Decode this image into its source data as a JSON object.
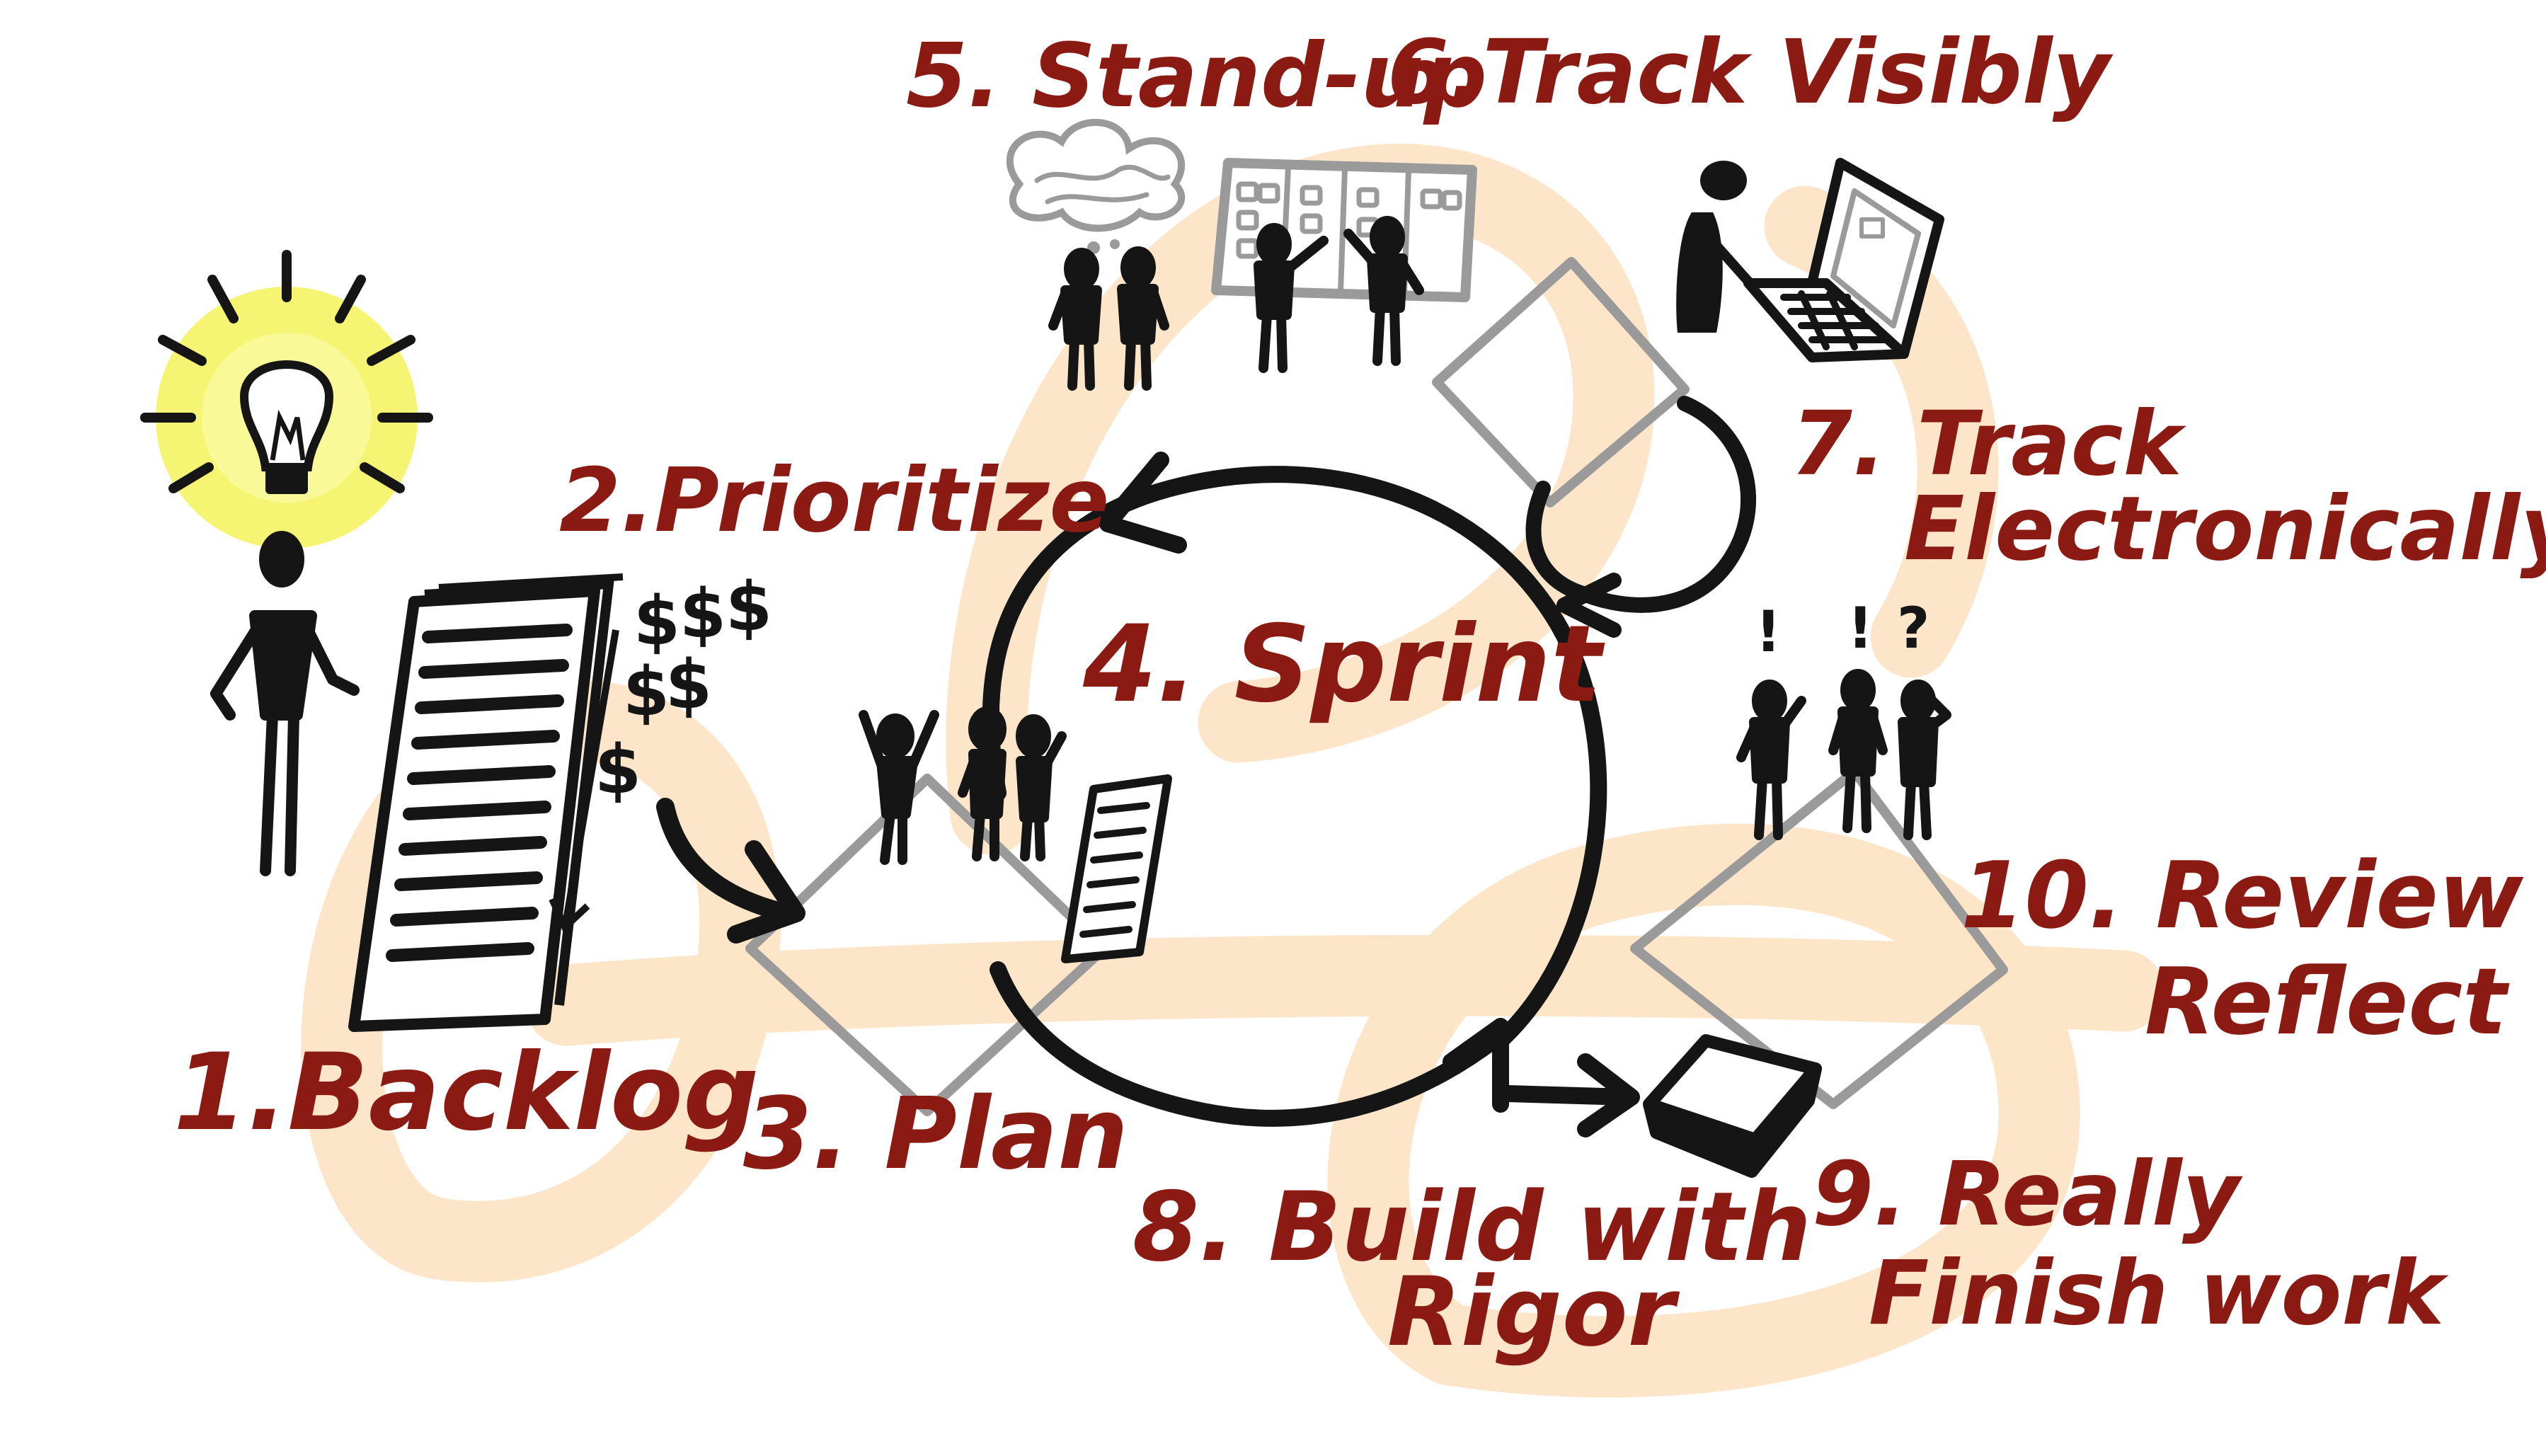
{
  "colors": {
    "ink": "#151515",
    "label": "#8b1a12",
    "watermark": "#fde4c6",
    "grey": "#9a9a9a",
    "glow": "#f4f35a"
  },
  "steps": [
    {
      "id": "backlog",
      "label": "1.Backlog"
    },
    {
      "id": "prioritize",
      "label": "2.Prioritize"
    },
    {
      "id": "plan",
      "label": "3. Plan"
    },
    {
      "id": "sprint",
      "label": "4. Sprint"
    },
    {
      "id": "standup",
      "label": "5. Stand-up"
    },
    {
      "id": "track-visibly",
      "label": "6.Track Visibly"
    },
    {
      "id": "track-electronically",
      "line1": "7. Track",
      "line2": "Electronically"
    },
    {
      "id": "build",
      "line1": "8. Build with",
      "line2": "Rigor"
    },
    {
      "id": "finish",
      "line1": "9. Really",
      "line2": "Finish work"
    },
    {
      "id": "review",
      "line1": "10. Review &",
      "line2": "Reflect"
    }
  ],
  "icons": {
    "idea": "lightbulb-icon",
    "money": "dollar-signs-icon",
    "confusion": "exclamation-question-marks-icon"
  },
  "money_symbols": [
    "$",
    "$",
    "$",
    "$",
    "$",
    "$"
  ],
  "marks": [
    "!",
    "!",
    "?"
  ]
}
